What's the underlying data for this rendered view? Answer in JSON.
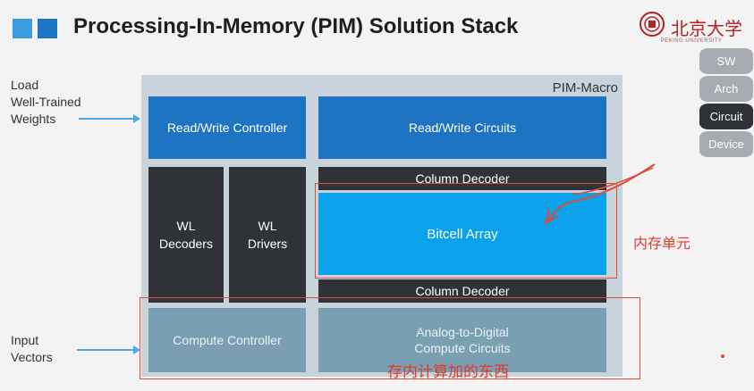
{
  "header": {
    "title": "Processing-In-Memory (PIM) Solution Stack",
    "square_colors": [
      "#3b9be0",
      "#1f73c3"
    ],
    "logo_text": "北京大学",
    "logo_subtext": "PEKING UNIVERSITY"
  },
  "inputs": {
    "load_weights": "Load\nWell-Trained\nWeights",
    "input_vectors": "Input\nVectors"
  },
  "macro": {
    "label": "PIM-Macro",
    "rw_controller": "Read/Write Controller",
    "rw_circuits": "Read/Write Circuits",
    "column_decoder_top": "Column Decoder",
    "wl_decoders": "WL\nDecoders",
    "wl_drivers": "WL\nDrivers",
    "bitcell_array": "Bitcell Array",
    "column_decoder_bottom": "Column Decoder",
    "compute_controller": "Compute Controller",
    "adc": "Analog-to-Digital\nCompute Circuits"
  },
  "annotations": {
    "memory_cell": "内存单元",
    "compute_in_memory": "存内计算加的东西"
  },
  "stack": {
    "items": [
      "SW",
      "Arch",
      "Circuit",
      "Device"
    ],
    "highlighted": "Circuit"
  },
  "colors": {
    "blue_block": "#1f73c3",
    "dark_block": "#2f3338",
    "bitcell": "#0aa2ea",
    "compute_block": "#7a9fb3",
    "annotation_red": "#e23a2a"
  }
}
